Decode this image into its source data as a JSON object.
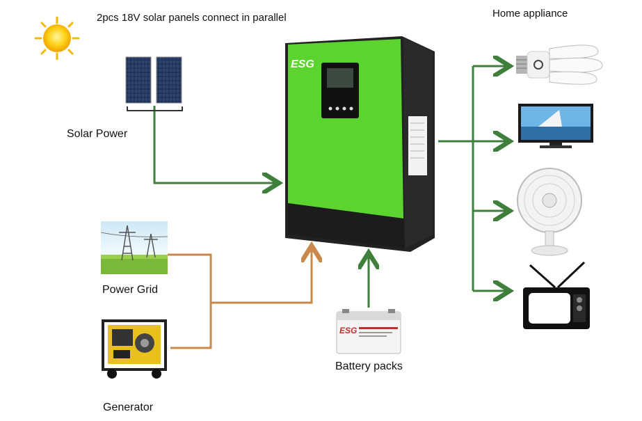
{
  "texts": {
    "top_caption": "2pcs 18V solar panels connect in parallel",
    "home_appliance": "Home appliance",
    "solar_power": "Solar Power",
    "power_grid": "Power Grid",
    "generator": "Generator",
    "battery_packs": "Battery packs"
  },
  "logos": {
    "inverter_brand": "ESG",
    "battery_brand": "ESG"
  },
  "colors": {
    "solar_line": "#3d7f3b",
    "grid_line": "#c8884a",
    "output_line": "#3d7f3b",
    "inverter_body": "#5bd42f",
    "inverter_dark": "#222222"
  },
  "icons": [
    "sun-icon",
    "solar-panels-icon",
    "power-grid-icon",
    "generator-icon",
    "inverter-icon",
    "battery-icon",
    "bulb-icon",
    "tv-flat-icon",
    "fan-icon",
    "crt-tv-icon"
  ]
}
